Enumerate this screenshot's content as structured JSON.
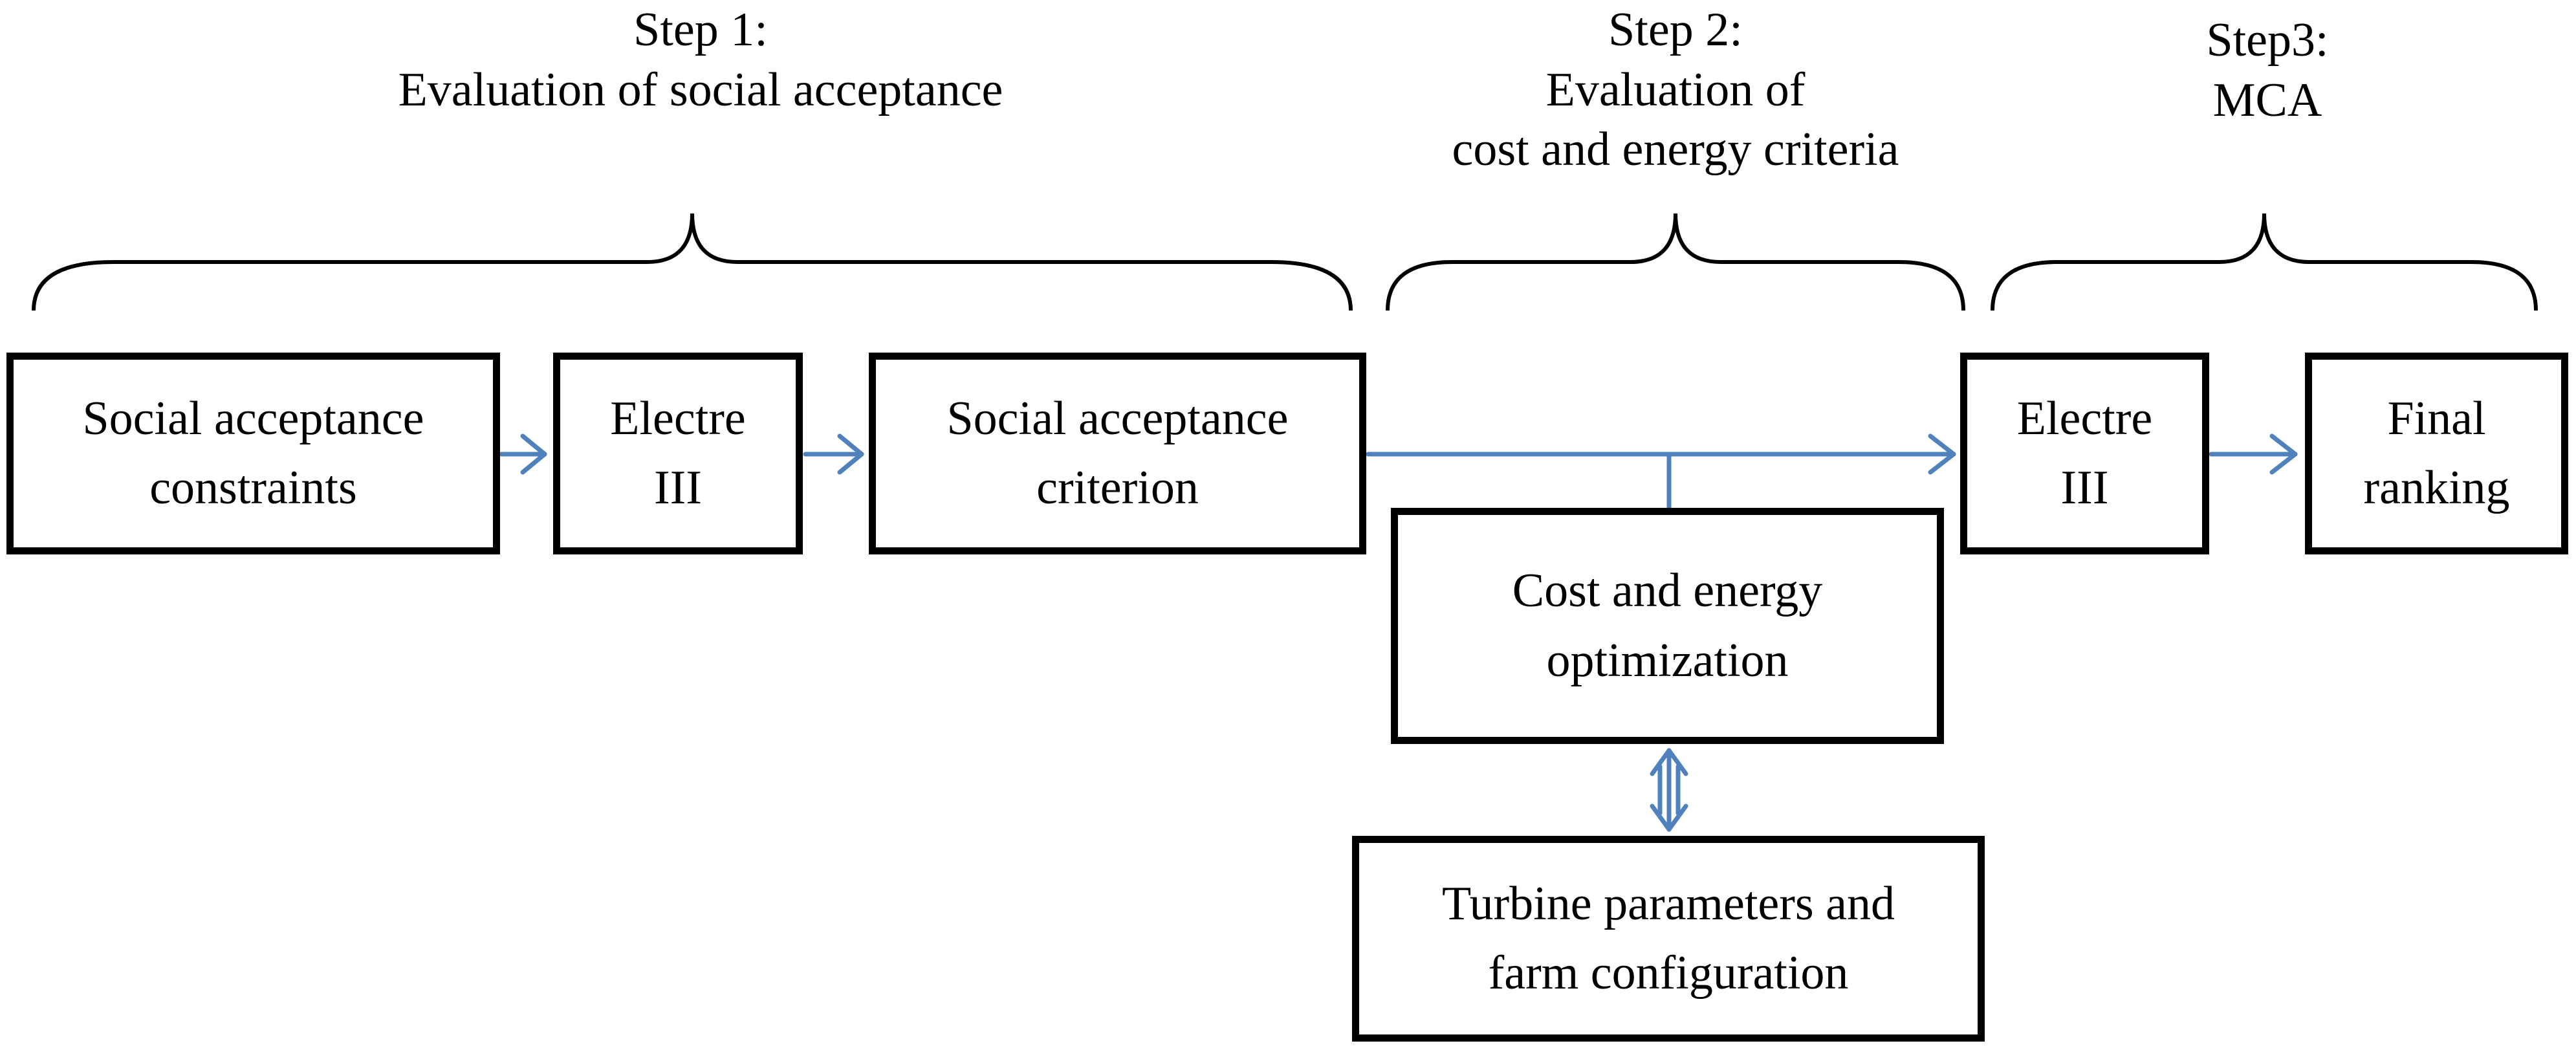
{
  "colors": {
    "arrow": "#4F81BD",
    "box_border": "#000000",
    "brace": "#000000",
    "background": "#FFFFFF"
  },
  "steps": [
    {
      "line1": "Step 1:",
      "line2": "Evaluation of social acceptance",
      "line3": ""
    },
    {
      "line1": "Step 2:",
      "line2": "Evaluation of",
      "line3": "cost and energy criteria"
    },
    {
      "line1": "Step3:",
      "line2": "MCA",
      "line3": ""
    }
  ],
  "boxes": {
    "constraints": {
      "line1": "Social acceptance",
      "line2": "constraints"
    },
    "electre1": {
      "line1": "Electre",
      "line2": "III"
    },
    "criterion": {
      "line1": "Social acceptance",
      "line2": "criterion"
    },
    "optimization": {
      "line1": "Cost and energy",
      "line2": "optimization"
    },
    "turbine": {
      "line1": "Turbine parameters and",
      "line2": "farm configuration"
    },
    "electre2": {
      "line1": "Electre",
      "line2": "III"
    },
    "ranking": {
      "line1": "Final",
      "line2": "ranking"
    }
  }
}
